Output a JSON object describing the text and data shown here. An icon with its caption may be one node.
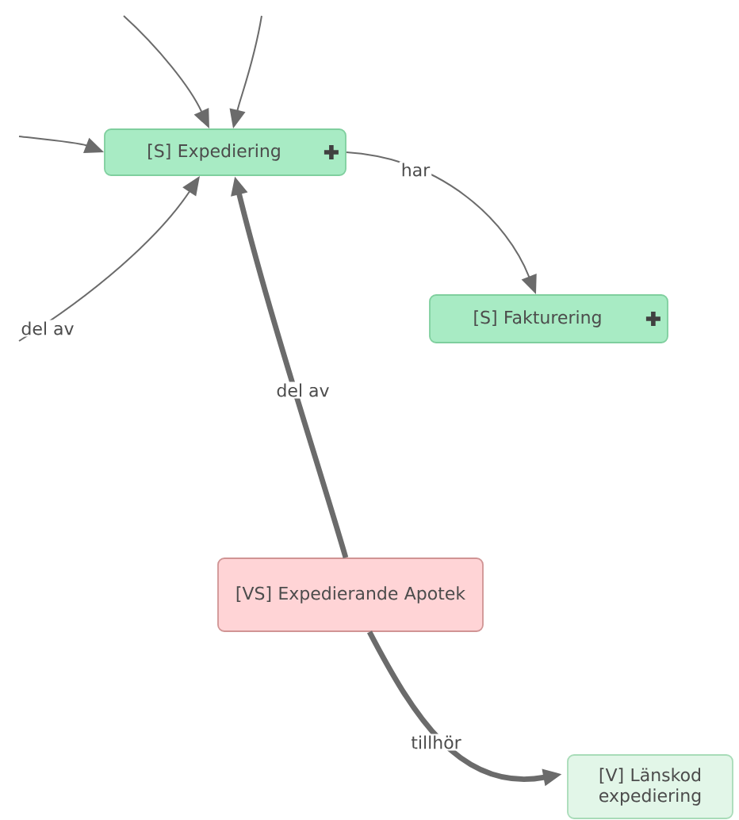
{
  "diagram": {
    "nodes": [
      {
        "text": [
          "[S] Expediering"
        ]
      },
      {
        "text": [
          "[S] Fakturering"
        ]
      },
      {
        "text": [
          "[VS] Expedierande Apotek"
        ]
      },
      {
        "text": [
          "[V] Länskod expediering"
        ]
      }
    ],
    "edges": [
      {
        "from": null,
        "to": 0,
        "arrow": "to"
      },
      {
        "from": null,
        "to": 0,
        "arrow": "to"
      },
      {
        "from": null,
        "to": 0,
        "arrow": "to"
      },
      {
        "from": null,
        "to": 0,
        "arrow": "to",
        "label": "del av"
      },
      {
        "from": 0,
        "to": 1,
        "arrow": "to",
        "label": "har"
      },
      {
        "from": 2,
        "to": 0,
        "arrow": "to",
        "label": "del av",
        "style": "thick"
      },
      {
        "from": 2,
        "to": 3,
        "arrow": "to",
        "label": "tillhör",
        "style": "thick"
      }
    ]
  }
}
